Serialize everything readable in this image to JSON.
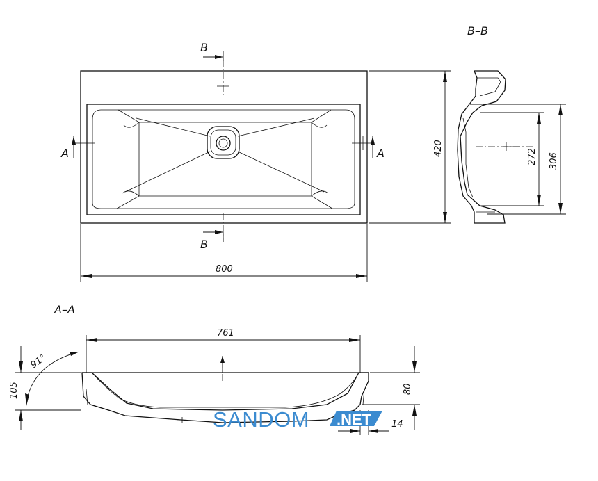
{
  "views": {
    "section_aa_title": "A–A",
    "section_bb_title": "B–B"
  },
  "labels": {
    "cut_b_top": "B",
    "cut_b_bottom": "B",
    "cut_a_left": "A",
    "cut_a_right": "A"
  },
  "dimensions": {
    "width_overall": "800",
    "depth_overall": "420",
    "bowl_inner_width": "761",
    "height_overall": "105",
    "bowl_height": "80",
    "lip_thickness": "14",
    "angle": "91°",
    "bowl_depth_inner": "272",
    "bowl_depth_outer": "306"
  },
  "watermark": {
    "brand": "SANDOM",
    "tld": ".NET",
    "color": "#3b8bd0"
  }
}
